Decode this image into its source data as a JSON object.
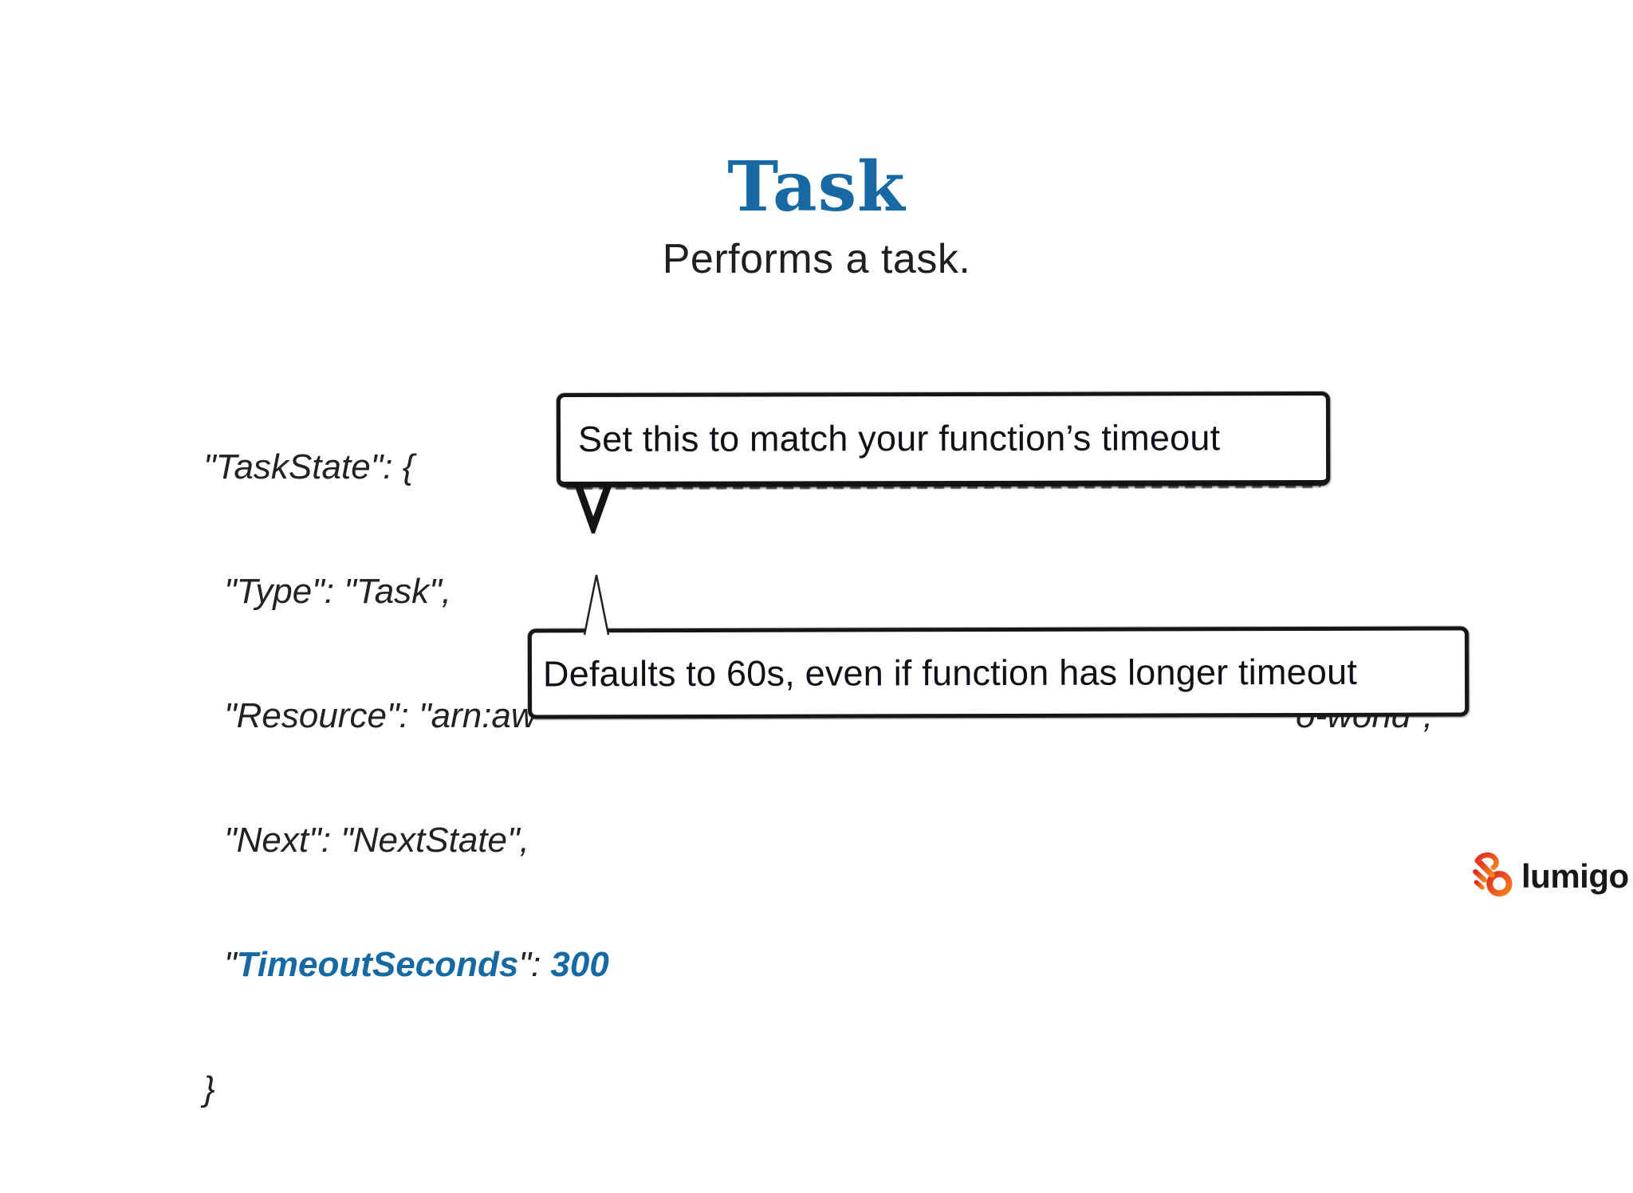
{
  "slide": {
    "title": "Task",
    "subtitle": "Performs a task."
  },
  "colors": {
    "accent_blue": "#1769a4",
    "text_black": "#212126",
    "logo_red": "#e02a20",
    "logo_orange": "#f5821f"
  },
  "code": {
    "line1": "\"TaskState\": {",
    "line2": "\"Type\": \"Task\",",
    "line3_prefix": "\"Resource\": \"arn:aw",
    "line3_suffix": "o-world\",",
    "line4": "\"Next\": \"NextState\",",
    "line5_open_quote": "\"",
    "line5_key": "TimeoutSeconds",
    "line5_close": "\": ",
    "line5_value": "300",
    "line6": "}"
  },
  "callouts": {
    "timeout_match": "Set this to match your function’s timeout",
    "timeout_default": "Defaults to 60s, even if function has longer timeout"
  },
  "logo": {
    "brand": "lumigo"
  }
}
